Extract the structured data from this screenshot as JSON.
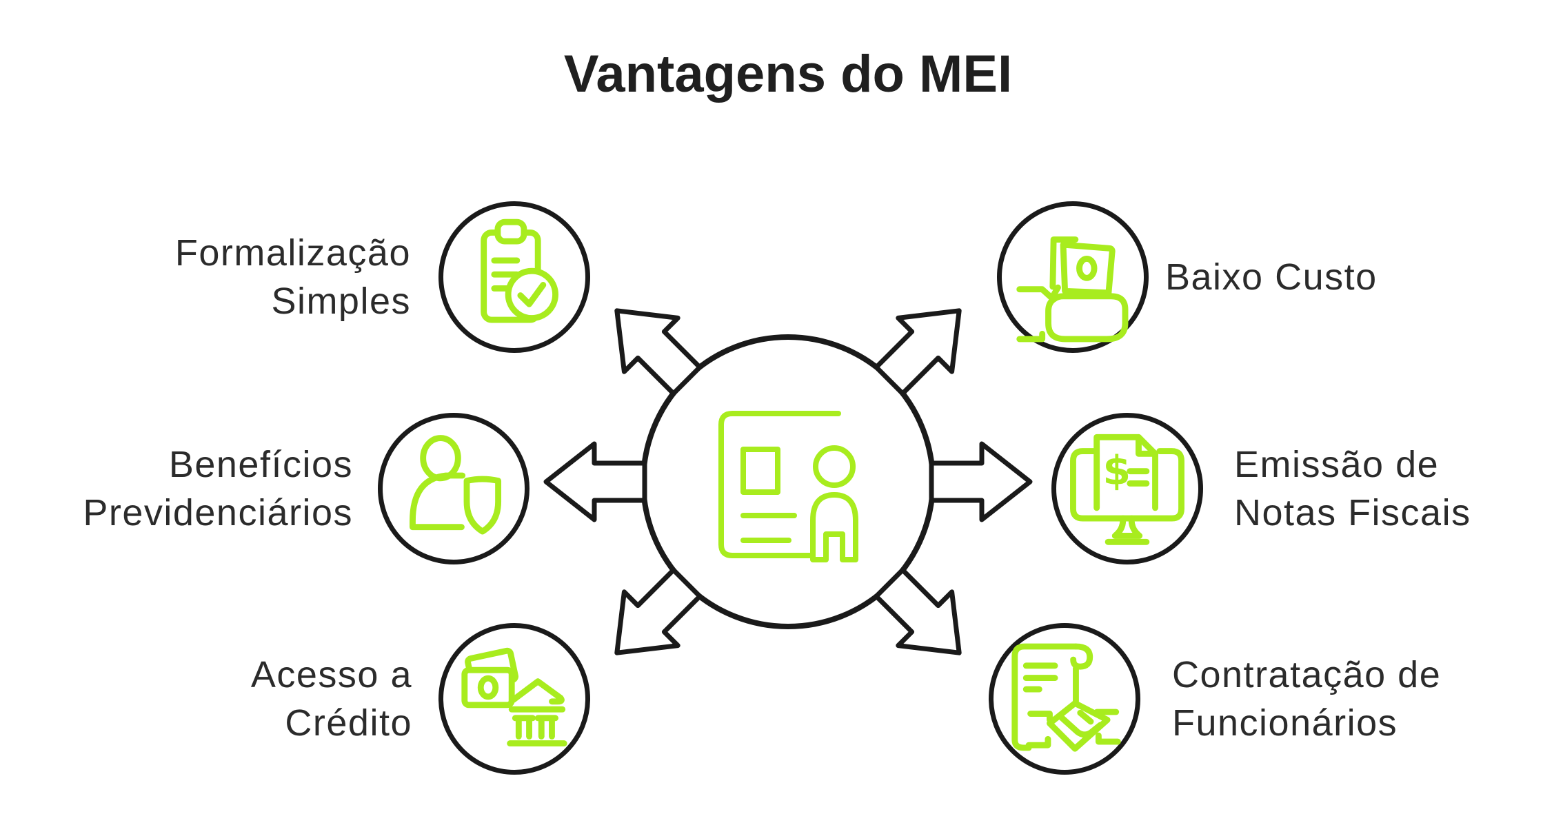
{
  "title": "Vantagens do MEI",
  "colors": {
    "accent_green": "#A8EC1E",
    "outline_black": "#1A1A1A",
    "text_dark": "#2B2B2B",
    "background": "#FFFFFF"
  },
  "center": {
    "icon": "id-card-icon",
    "arrow_directions": [
      "up-left",
      "up-right",
      "left",
      "right",
      "down-left",
      "down-right"
    ]
  },
  "items": [
    {
      "id": "formalizacao-simples",
      "position": "top-left",
      "icon": "clipboard-check-icon",
      "label_lines": [
        "Formalização",
        "Simples"
      ]
    },
    {
      "id": "beneficios-previdenciarios",
      "position": "middle-left",
      "icon": "person-shield-icon",
      "label_lines": [
        "Benefícios",
        "Previdenciários"
      ]
    },
    {
      "id": "acesso-a-credito",
      "position": "bottom-left",
      "icon": "money-bank-icon",
      "label_lines": [
        "Acesso a",
        "Crédito"
      ]
    },
    {
      "id": "baixo-custo",
      "position": "top-right",
      "icon": "hand-money-icon",
      "label_lines": [
        "Baixo Custo"
      ]
    },
    {
      "id": "emissao-notas-fiscais",
      "position": "middle-right",
      "icon": "monitor-invoice-icon",
      "label_lines": [
        "Emissão de",
        "Notas Fiscais"
      ]
    },
    {
      "id": "contratacao-funcionarios",
      "position": "bottom-right",
      "icon": "scroll-handshake-icon",
      "label_lines": [
        "Contratação de",
        "Funcionários"
      ]
    }
  ]
}
